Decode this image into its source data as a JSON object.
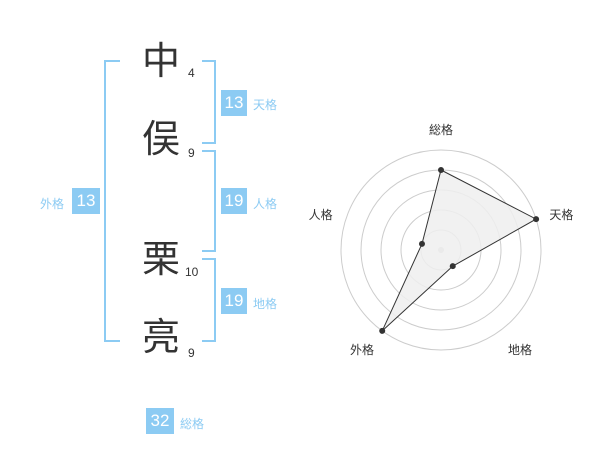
{
  "name": {
    "chars": [
      {
        "char": "中",
        "strokes": "4"
      },
      {
        "char": "俣",
        "strokes": "9"
      },
      {
        "char": "栗",
        "strokes": "10"
      },
      {
        "char": "亮",
        "strokes": "9"
      }
    ]
  },
  "fortunes": {
    "tenkaku": {
      "label": "天格",
      "value": "13"
    },
    "jinkaku": {
      "label": "人格",
      "value": "19"
    },
    "chikaku": {
      "label": "地格",
      "value": "19"
    },
    "gaikaku": {
      "label": "外格",
      "value": "13"
    },
    "soukaku": {
      "label": "総格",
      "value": "32"
    }
  },
  "colors": {
    "accent": "#8ccbf3",
    "text": "#333333",
    "grid": "#cccccc",
    "fill": "#eeeeee"
  },
  "chart_data": {
    "type": "radar",
    "axes": [
      "総格",
      "天格",
      "地格",
      "外格",
      "人格"
    ],
    "values": [
      4,
      5,
      1,
      5,
      1
    ],
    "rmax": 5,
    "rings": 5
  }
}
